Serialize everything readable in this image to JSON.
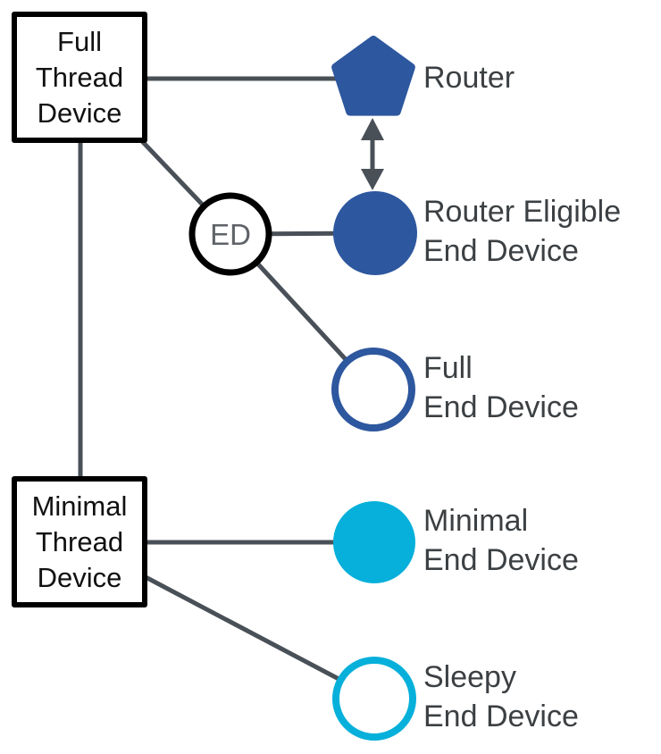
{
  "colors": {
    "background": "#ffffff",
    "dark_blue": "#2d579e",
    "cyan": "#06b0da",
    "connector": "#495057",
    "label_text": "#3c4043",
    "ed_text": "#5f6368",
    "box_border": "#000000",
    "box_text": "#111111"
  },
  "boxes": {
    "full_thread_device": {
      "lines": [
        "Full",
        "Thread",
        "Device"
      ]
    },
    "minimal_thread_device": {
      "lines": [
        "Minimal",
        "Thread",
        "Device"
      ]
    }
  },
  "ed_badge": {
    "label": "ED"
  },
  "nodes": {
    "router": {
      "shape": "pentagon",
      "style": "filled-dark-blue",
      "label_lines": [
        "Router"
      ]
    },
    "router_eligible_end_device": {
      "shape": "circle",
      "style": "filled-dark-blue",
      "label_lines": [
        "Router Eligible",
        "End Device"
      ]
    },
    "full_end_device": {
      "shape": "circle",
      "style": "outline-dark-blue",
      "label_lines": [
        "Full",
        "End Device"
      ]
    },
    "minimal_end_device": {
      "shape": "circle",
      "style": "filled-cyan",
      "label_lines": [
        "Minimal",
        "End Device"
      ]
    },
    "sleepy_end_device": {
      "shape": "circle",
      "style": "outline-cyan",
      "label_lines": [
        "Sleepy",
        "End Device"
      ]
    }
  }
}
